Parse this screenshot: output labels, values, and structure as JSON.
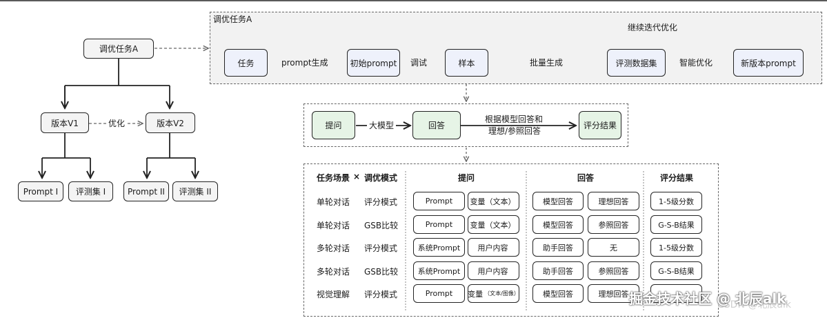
{
  "left_tree": {
    "root": "调优任务A",
    "v1": "版本V1",
    "v2": "版本V2",
    "optimize": "优化",
    "leaves": [
      "Prompt I",
      "评测集 I",
      "Prompt II",
      "评测集 II"
    ]
  },
  "top_pipeline": {
    "frame_title": "调优任务A",
    "loop_label": "继续迭代优化",
    "nodes": [
      "任务",
      "初始prompt",
      "样本",
      "评测数据集",
      "新版本prompt"
    ],
    "edges": [
      "prompt生成",
      "调试",
      "批量生成",
      "智能优化"
    ]
  },
  "eval_flow": {
    "nodes": [
      "提问",
      "回答",
      "评分结果"
    ],
    "edges": [
      "大模型",
      "根据模型回答和",
      "理想/参照回答"
    ]
  },
  "table": {
    "headers": [
      "任务场景",
      "×",
      "调优模式",
      "提问",
      "回答",
      "评分结果"
    ],
    "rows": [
      {
        "scene": "单轮对话",
        "mode": "评分模式",
        "q1": "Prompt",
        "q2": "变量（文本）",
        "q2_small": "",
        "a1": "模型回答",
        "a2": "理想回答",
        "score": "1-5级分数"
      },
      {
        "scene": "单轮对话",
        "mode": "GSB比较",
        "q1": "Prompt",
        "q2": "变量（文本）",
        "q2_small": "",
        "a1": "模型回答",
        "a2": "参照回答",
        "score": "G-S-B结果"
      },
      {
        "scene": "多轮对话",
        "mode": "评分模式",
        "q1": "系统Prompt",
        "q2": "用户内容",
        "q2_small": "",
        "a1": "助手回答",
        "a2": "无",
        "score": "1-5级分数"
      },
      {
        "scene": "多轮对话",
        "mode": "GSB比较",
        "q1": "系统Prompt",
        "q2": "用户内容",
        "q2_small": "",
        "a1": "助手回答",
        "a2": "参照回答",
        "score": "G-S-B结果"
      },
      {
        "scene": "视觉理解",
        "mode": "评分模式",
        "q1": "Prompt",
        "q2": "变量",
        "q2_small": "（文本/图像）",
        "a1": "模型回答",
        "a2": "理想回答",
        "score": ""
      }
    ]
  },
  "watermark": {
    "main": "掘金技术社区 @ 北辰alk",
    "faint": "CSDN @北辰alk"
  }
}
